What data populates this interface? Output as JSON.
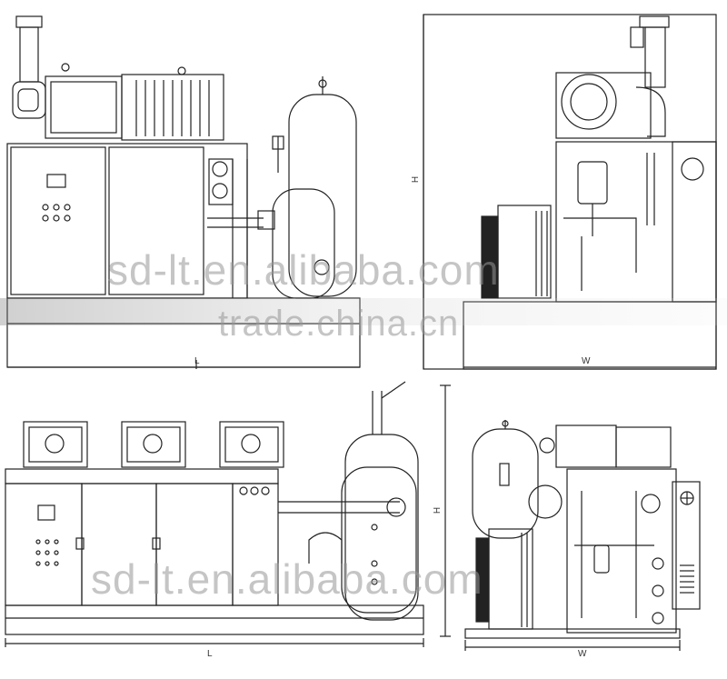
{
  "views": {
    "top_left": {
      "dimension_label": "L"
    },
    "top_right": {
      "dimension_w": "W",
      "dimension_h": "H"
    },
    "bottom_left": {
      "dimension_label": "L",
      "dimension_h": "H"
    },
    "bottom_right": {
      "dimension_label": "W"
    }
  },
  "watermarks": {
    "alibaba": "sd-lt.en.alibaba.com",
    "tradechina": "trade.china.cn",
    "alibaba_lower": "sd-lt.en.alibaba.com"
  },
  "colors": {
    "line": "#222222",
    "fill_dark": "#333333",
    "fill_light": "#ffffff"
  }
}
